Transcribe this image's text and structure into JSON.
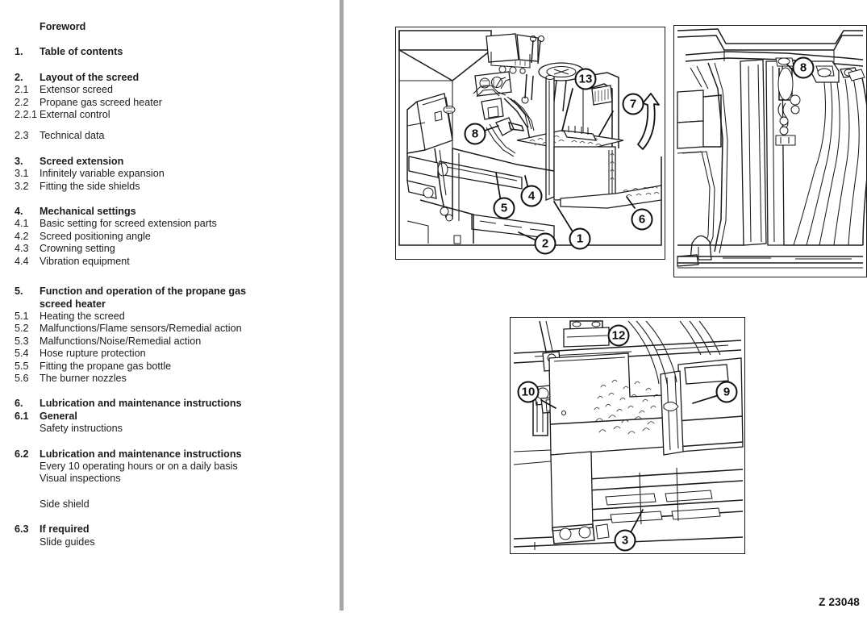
{
  "document": {
    "figure_id": "Z 23048"
  },
  "toc": {
    "entries": [
      {
        "num": "",
        "label": "Foreword",
        "bold": true,
        "gap_before": "none"
      },
      {
        "num": "1.",
        "label": "Table of contents",
        "bold": true,
        "gap_before": "m"
      },
      {
        "num": "2.",
        "label": "Layout of the screed",
        "bold": true,
        "gap_before": "m"
      },
      {
        "num": "2.1",
        "label": "Extensor screed",
        "bold": false,
        "gap_before": "none"
      },
      {
        "num": "2.2",
        "label": "Propane gas screed heater",
        "bold": false,
        "gap_before": "none"
      },
      {
        "num": "2.2.1",
        "label": "External control",
        "bold": false,
        "gap_before": "none"
      },
      {
        "num": "2.3",
        "label": "Technical data",
        "bold": false,
        "gap_before": "s"
      },
      {
        "num": "3.",
        "label": "Screed extension",
        "bold": true,
        "gap_before": "m"
      },
      {
        "num": "3.1",
        "label": "Infinitely variable expansion",
        "bold": false,
        "gap_before": "none"
      },
      {
        "num": "3.2",
        "label": "Fitting the side shields",
        "bold": false,
        "gap_before": "none"
      },
      {
        "num": "4.",
        "label": "Mechanical settings",
        "bold": true,
        "gap_before": "m"
      },
      {
        "num": "4.1",
        "label": "Basic setting for screed extension parts",
        "bold": false,
        "gap_before": "none"
      },
      {
        "num": "4.2",
        "label": "Screed positioning angle",
        "bold": false,
        "gap_before": "none"
      },
      {
        "num": "4.3",
        "label": "Crowning setting",
        "bold": false,
        "gap_before": "none"
      },
      {
        "num": "4.4",
        "label": "Vibration equipment",
        "bold": false,
        "gap_before": "none"
      },
      {
        "num": "5.",
        "label": "Function and operation of the propane gas\nscreed heater",
        "bold": true,
        "gap_before": "l"
      },
      {
        "num": "5.1",
        "label": "Heating the screed",
        "bold": false,
        "gap_before": "none"
      },
      {
        "num": "5.2",
        "label": "Malfunctions/Flame sensors/Remedial action",
        "bold": false,
        "gap_before": "none"
      },
      {
        "num": "5.3",
        "label": "Malfunctions/Noise/Remedial action",
        "bold": false,
        "gap_before": "none"
      },
      {
        "num": "5.4",
        "label": "Hose rupture protection",
        "bold": false,
        "gap_before": "none"
      },
      {
        "num": "5.5",
        "label": "Fitting the propane gas bottle",
        "bold": false,
        "gap_before": "none"
      },
      {
        "num": "5.6",
        "label": "The burner nozzles",
        "bold": false,
        "gap_before": "none"
      },
      {
        "num": "6.",
        "label": "Lubrication and maintenance instructions",
        "bold": true,
        "gap_before": "m"
      },
      {
        "num": "6.1",
        "label": "General",
        "bold": true,
        "gap_before": "none"
      },
      {
        "num": "",
        "label": "Safety instructions",
        "bold": false,
        "gap_before": "none"
      },
      {
        "num": "6.2",
        "label": "Lubrication and maintenance instructions",
        "bold": true,
        "gap_before": "m"
      },
      {
        "num": "",
        "label": "Every 10 operating hours or on a daily basis",
        "bold": false,
        "gap_before": "none"
      },
      {
        "num": "",
        "label": "Visual inspections",
        "bold": false,
        "gap_before": "none"
      },
      {
        "num": "",
        "label": "Side shield",
        "bold": false,
        "gap_before": "m"
      },
      {
        "num": "6.3",
        "label": "If required",
        "bold": true,
        "gap_before": "m"
      },
      {
        "num": "",
        "label": "Slide guides",
        "bold": false,
        "gap_before": "none"
      }
    ]
  },
  "figures": {
    "main_panel": {
      "name": "screed operator platform overview",
      "callouts": [
        "13",
        "7",
        "8",
        "4",
        "5",
        "6",
        "2",
        "1"
      ]
    },
    "detail_panel": {
      "name": "side shield detail view",
      "callouts": [
        "8"
      ]
    },
    "lower_panel": {
      "name": "screed extension lower detail",
      "callouts": [
        "12",
        "10",
        "9",
        "3"
      ]
    }
  },
  "colors": {
    "ink": "#1b1b1b",
    "gutter": "#a6a6a6",
    "paper": "#ffffff"
  }
}
